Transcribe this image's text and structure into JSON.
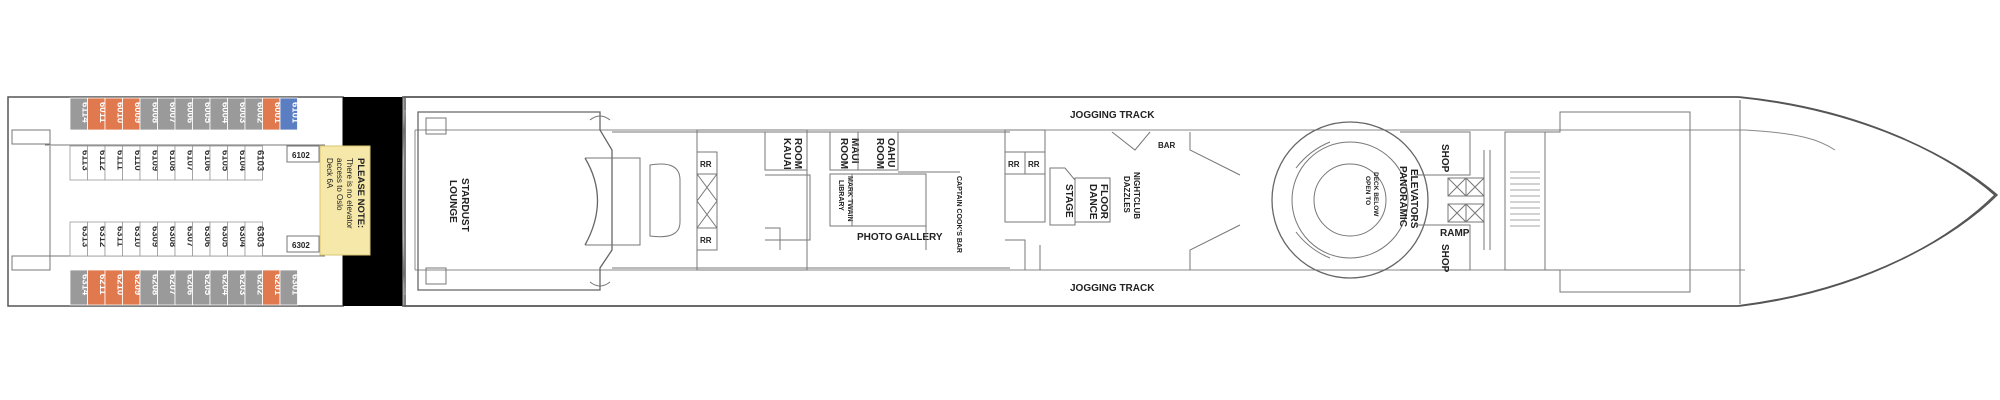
{
  "colors": {
    "cabin_gray": "#9a9a9a",
    "cabin_orange": "#e07a4e",
    "cabin_blue": "#5b7ec2",
    "note_yellow": "#f6e8a8",
    "hull_outline": "#555555",
    "black_band": "#000000"
  },
  "note": {
    "title": "PLEASE NOTE:",
    "lines": [
      "There is no elevator",
      "access to Oslo",
      "Deck 6A"
    ]
  },
  "cabins_top_outer": [
    {
      "num": "6114",
      "color": "gray"
    },
    {
      "num": "6011",
      "color": "orange"
    },
    {
      "num": "6010",
      "color": "orange"
    },
    {
      "num": "6009",
      "color": "orange"
    },
    {
      "num": "6008",
      "color": "gray"
    },
    {
      "num": "6007",
      "color": "gray"
    },
    {
      "num": "6006",
      "color": "gray"
    },
    {
      "num": "6005",
      "color": "gray"
    },
    {
      "num": "6004",
      "color": "gray"
    },
    {
      "num": "6003",
      "color": "gray"
    },
    {
      "num": "6002",
      "color": "gray"
    },
    {
      "num": "6001",
      "color": "orange"
    },
    {
      "num": "6101",
      "color": "blue"
    }
  ],
  "cabins_top_inner": [
    "6113",
    "6112",
    "6111",
    "6110",
    "6109",
    "6108",
    "6107",
    "6106",
    "6105",
    "6104",
    "6103"
  ],
  "cabins_bottom_inner": [
    "6313",
    "6312",
    "6311",
    "6310",
    "6309",
    "6308",
    "6307",
    "6306",
    "6305",
    "6304",
    "6303"
  ],
  "cabins_bottom_outer": [
    {
      "num": "6314",
      "color": "gray"
    },
    {
      "num": "6211",
      "color": "orange"
    },
    {
      "num": "6210",
      "color": "orange"
    },
    {
      "num": "6209",
      "color": "orange"
    },
    {
      "num": "6208",
      "color": "gray"
    },
    {
      "num": "6207",
      "color": "gray"
    },
    {
      "num": "6206",
      "color": "gray"
    },
    {
      "num": "6205",
      "color": "gray"
    },
    {
      "num": "6204",
      "color": "gray"
    },
    {
      "num": "6203",
      "color": "gray"
    },
    {
      "num": "6202",
      "color": "gray"
    },
    {
      "num": "6201",
      "color": "orange"
    },
    {
      "num": "6301",
      "color": "gray"
    }
  ],
  "corridor_cabins": {
    "top": "6102",
    "bottom": "6302"
  },
  "labels": {
    "jogging_top": "JOGGING TRACK",
    "jogging_bottom": "JOGGING TRACK",
    "stardust_lounge": [
      "STARDUST",
      "LOUNGE"
    ],
    "rr": "RR",
    "kauai_room": [
      "KAUAI",
      "ROOM"
    ],
    "maui_room": [
      "MAUI",
      "ROOM"
    ],
    "oahu_room": [
      "OAHU",
      "ROOM"
    ],
    "mark_twain_library": [
      "MARK TWAIN",
      "LIBRARY"
    ],
    "captain_cooks_bar": "CAPTAIN COOK'S BAR",
    "photo_gallery": "PHOTO GALLERY",
    "dance_floor": [
      "DANCE",
      "FLOOR"
    ],
    "stage": "STAGE",
    "dazzles_nightclub": [
      "DAZZLES",
      "NIGHTCLUB"
    ],
    "bar": "BAR",
    "panoramic_elevators": [
      "PANORAMIC",
      "ELEVATORS"
    ],
    "open_to_deck_below": [
      "OPEN TO",
      "DECK BELOW"
    ],
    "shop": "SHOP",
    "ramp": "RAMP"
  }
}
